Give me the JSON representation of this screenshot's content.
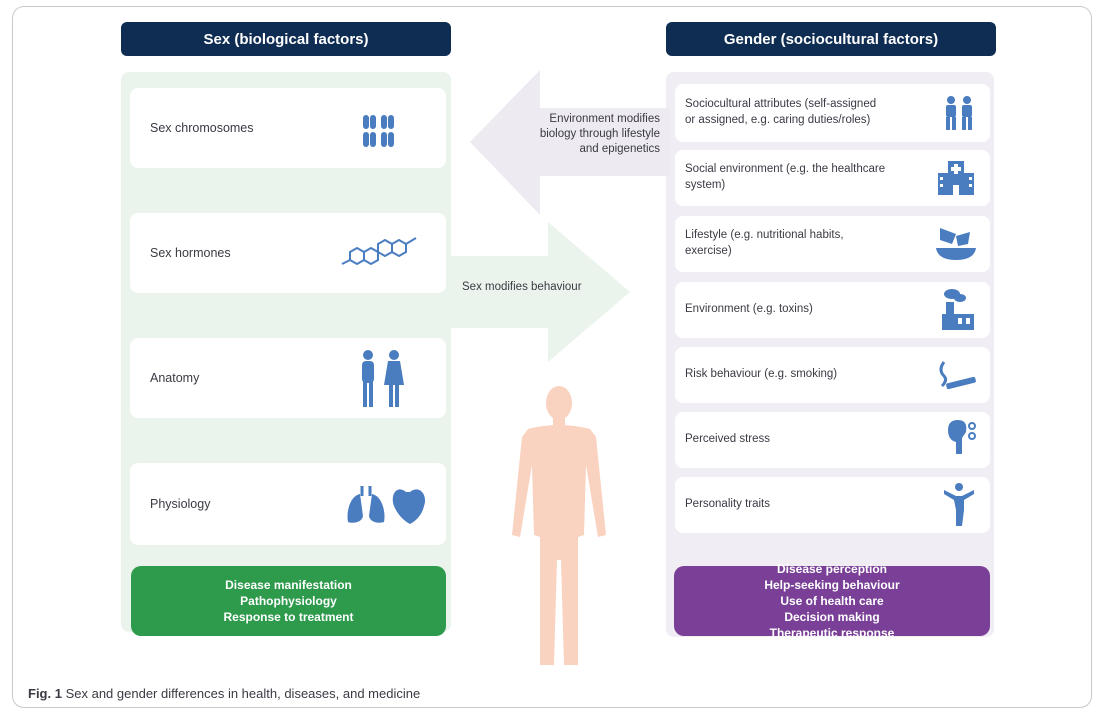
{
  "left": {
    "header": "Sex (biological factors)",
    "items": [
      "Sex chromosomes",
      "Sex hormones",
      "Anatomy",
      "Physiology"
    ],
    "outcomes": [
      "Disease manifestation",
      "Pathophysiology",
      "Response to treatment"
    ]
  },
  "right": {
    "header": "Gender (sociocultural factors)",
    "items": [
      [
        "Sociocultural attributes (self-assigned",
        "or assigned, e.g. caring duties/roles)"
      ],
      [
        "Social environment (e.g. the healthcare",
        "system)"
      ],
      [
        "Lifestyle (e.g. nutritional habits,",
        "exercise)"
      ],
      [
        "Environment (e.g. toxins)"
      ],
      [
        "Risk behaviour (e.g. smoking)"
      ],
      [
        "Perceived stress"
      ],
      [
        "Personality traits"
      ]
    ],
    "outcomes": [
      "Disease perception",
      "Help-seeking behaviour",
      "Use of health care",
      "Decision making",
      "Therapeutic response"
    ]
  },
  "arrows": {
    "left_arrow_lines": [
      "Environment modifies",
      "biology through lifestyle",
      "and epigenetics"
    ],
    "right_arrow_text": "Sex modifies behaviour"
  },
  "caption": {
    "label": "Fig. 1",
    "text": "Sex and gender differences in health, diseases, and medicine"
  },
  "colors": {
    "header": "#0f2d52",
    "left_panel": "#eaf4ec",
    "right_panel": "#f0eef4",
    "icon_blue": "#4a7cc0",
    "green_box": "#2e9a4c",
    "purple_box": "#7a3f96",
    "body_skin": "#f9d2c0"
  },
  "icons": [
    "chromosome-icon",
    "hormone-molecule-icon",
    "anatomy-figures-icon",
    "lungs-heart-icon",
    "family-icon",
    "hospital-icon",
    "food-icon",
    "factory-icon",
    "cigarette-icon",
    "stress-head-icon",
    "personality-figure-icon",
    "human-body-icon"
  ]
}
